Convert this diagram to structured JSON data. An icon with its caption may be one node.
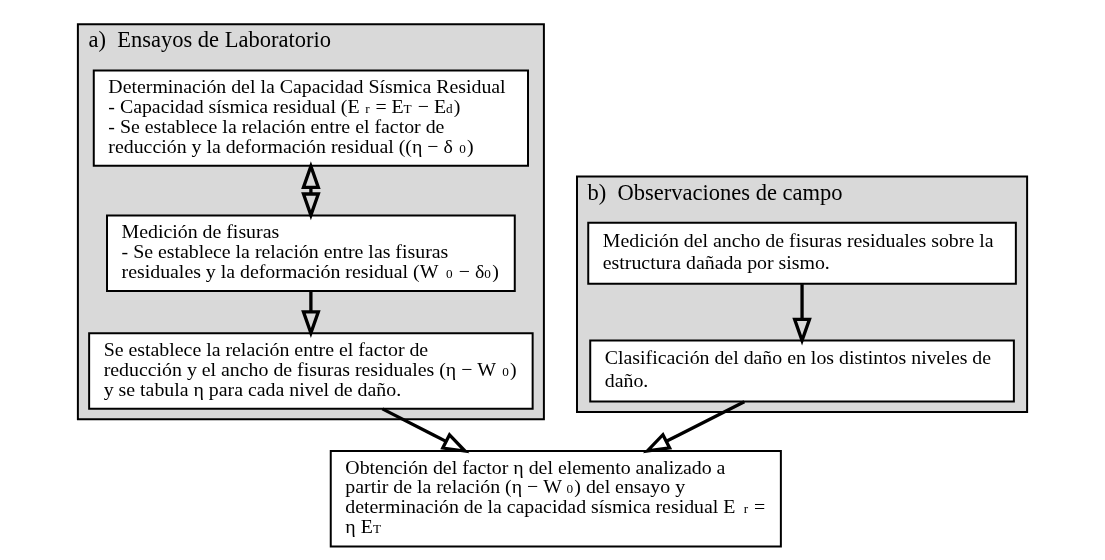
{
  "diagram": {
    "nodes": [
      {
        "text": [
          "a)  Ensayos de Laboratorio"
        ]
      },
      {
        "text": [
          "Determinación del la Capacidad Sísmica Residual",
          "- Capacidad sísmica residual (E$_{r}$ = E$_{T}$ − E$_{d}$)",
          "- Se establece la relación entre el factor de reducción y la deformación residual ((η − δ$_{0}$)"
        ],
        "in": 0
      },
      {
        "text": [
          "Medición de fisuras",
          "- Se establece la relación entre las fisuras residuales y la deformación residual (W$_{0}$ − δ$_{0}$)"
        ],
        "in": 0
      },
      {
        "text": [
          "Se establece la relación entre el factor de reducción y el ancho de fisuras residuales (η − W$_{0}$) y se tabula η para cada nivel de daño."
        ],
        "in": 0
      },
      {
        "text": [
          "b)  Observaciones de campo"
        ]
      },
      {
        "text": [
          "Medición del ancho de fisuras residuales sobre la estructura dañada por sismo."
        ],
        "in": 4
      },
      {
        "text": [
          "Clasificación del daño en los distintos niveles de daño."
        ],
        "in": 4
      },
      {
        "text": [
          "Obtención del factor η del elemento analizado a partir de la relación (η − W$_{0}$) del ensayo y determinación de la capacidad sísmica residual E$_{r}$ = η E$_{T}$"
        ]
      }
    ],
    "edges": [
      {
        "from": 1,
        "to": 2,
        "arrow": "both"
      },
      {
        "from": 2,
        "to": 3,
        "arrow": "to"
      },
      {
        "from": 5,
        "to": 6,
        "arrow": "to"
      },
      {
        "from": 6,
        "to": 7,
        "arrow": "to"
      },
      {
        "from": 3,
        "to": 7,
        "arrow": "to"
      }
    ]
  }
}
